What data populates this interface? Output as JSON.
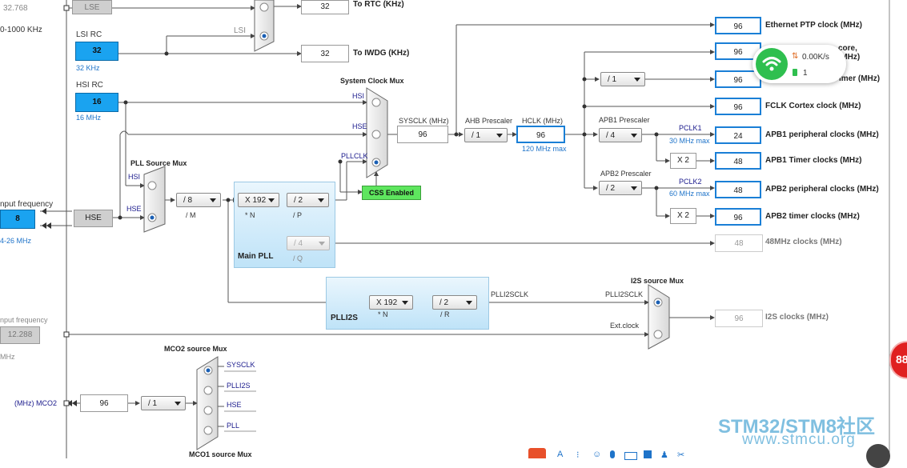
{
  "left": {
    "lse_freq": "32.768",
    "lse_range": "0-1000 KHz",
    "lsi_rc_label": "LSI RC",
    "lsi_rc_value": "32",
    "lsi_rc_unit": "32 KHz",
    "hsi_rc_label": "HSI RC",
    "hsi_rc_value": "16",
    "hsi_rc_unit": "16 MHz",
    "input_freq_label": "nput frequency",
    "input_freq_value": "8",
    "input_freq_range": "4-26 MHz",
    "hse_label": "HSE",
    "input_freq2_label": "nput frequency",
    "input_freq2_value": "12.288",
    "input_freq2_unit": "MHz"
  },
  "rtc": {
    "lse_box": "LSE",
    "lsi_label": "LSI",
    "to_rtc_value": "32",
    "to_rtc_label": "To RTC (KHz)",
    "to_iwdg_value": "32",
    "to_iwdg_label": "To IWDG (KHz)"
  },
  "sysmux": {
    "title": "System Clock Mux",
    "hsi": "HSI",
    "hse": "HSE",
    "pllclk": "PLLCLK",
    "sysclk_label": "SYSCLK (MHz)",
    "sysclk_value": "96",
    "ahb_label": "AHB Prescaler",
    "ahb_value": "/ 1",
    "hclk_label": "HCLK (MHz)",
    "hclk_value": "96",
    "hclk_max": "120 MHz max",
    "css": "CSS Enabled"
  },
  "pll": {
    "source_mux_title": "PLL Source Mux",
    "hsi": "HSI",
    "hse": "HSE",
    "m_value": "/ 8",
    "m_label": "/ M",
    "n_value": "X 192",
    "n_label": "* N",
    "p_value": "/ 2",
    "p_label": "/ P",
    "q_value": "/ 4",
    "q_label": "/ Q",
    "main_pll": "Main PLL"
  },
  "plli2s": {
    "n_value": "X 192",
    "n_label": "* N",
    "r_value": "/ 2",
    "r_label": "/ R",
    "title": "PLLI2S",
    "out_label": "PLLI2SCLK"
  },
  "i2s": {
    "mux_title": "I2S source Mux",
    "plli2sclk": "PLLI2SCLK",
    "ext_clock": "Ext.clock",
    "value": "96",
    "label": "I2S clocks (MHz)"
  },
  "outputs": {
    "eth_value": "96",
    "eth_label": "Ethernet PTP clock (MHz)",
    "core_value": "96",
    "core_label_a": "core,",
    "core_label_b": "(MHz)",
    "div1_value": "/ 1",
    "timer_value": "96",
    "timer_label": "imer (MHz)",
    "fclk_value": "96",
    "fclk_label": "FCLK Cortex clock (MHz)",
    "apb1_prescaler_label": "APB1 Prescaler",
    "apb1_prescaler_value": "/ 4",
    "pclk1": "PCLK1",
    "pclk1_max": "30 MHz max",
    "apb1_periph_value": "24",
    "apb1_periph_label": "APB1 peripheral clocks (MHz)",
    "x2_a": "X 2",
    "apb1_timer_value": "48",
    "apb1_timer_label": "APB1 Timer clocks (MHz)",
    "apb2_prescaler_label": "APB2 Prescaler",
    "apb2_prescaler_value": "/ 2",
    "pclk2": "PCLK2",
    "pclk2_max": "60 MHz max",
    "apb2_periph_value": "48",
    "apb2_periph_label": "APB2 peripheral clocks (MHz)",
    "x2_b": "X 2",
    "apb2_timer_value": "96",
    "apb2_timer_label": "APB2 timer clocks (MHz)",
    "clk48_value": "48",
    "clk48_label": "48MHz clocks (MHz)"
  },
  "mco": {
    "mco2_title": "MCO2 source Mux",
    "sysclk": "SYSCLK",
    "plli2s": "PLLI2S",
    "hse": "HSE",
    "pll": "PLL",
    "div_value": "/ 1",
    "out_value": "96",
    "out_label": "(MHz) MCO2",
    "mco1_title": "MCO1 source Mux"
  },
  "network_widget": {
    "speed": "0.00K/s",
    "count": "1"
  },
  "badge": {
    "text": "88"
  },
  "watermark": {
    "title": "STM32/STM8社区",
    "url": "www.stmcu.org"
  },
  "colors": {
    "accent_blue": "#1a7fd6",
    "source_blue": "#1aa3f0",
    "css_green": "#5ee65e",
    "wifi_green": "#2fbf4f",
    "badge_red": "#e02020"
  }
}
